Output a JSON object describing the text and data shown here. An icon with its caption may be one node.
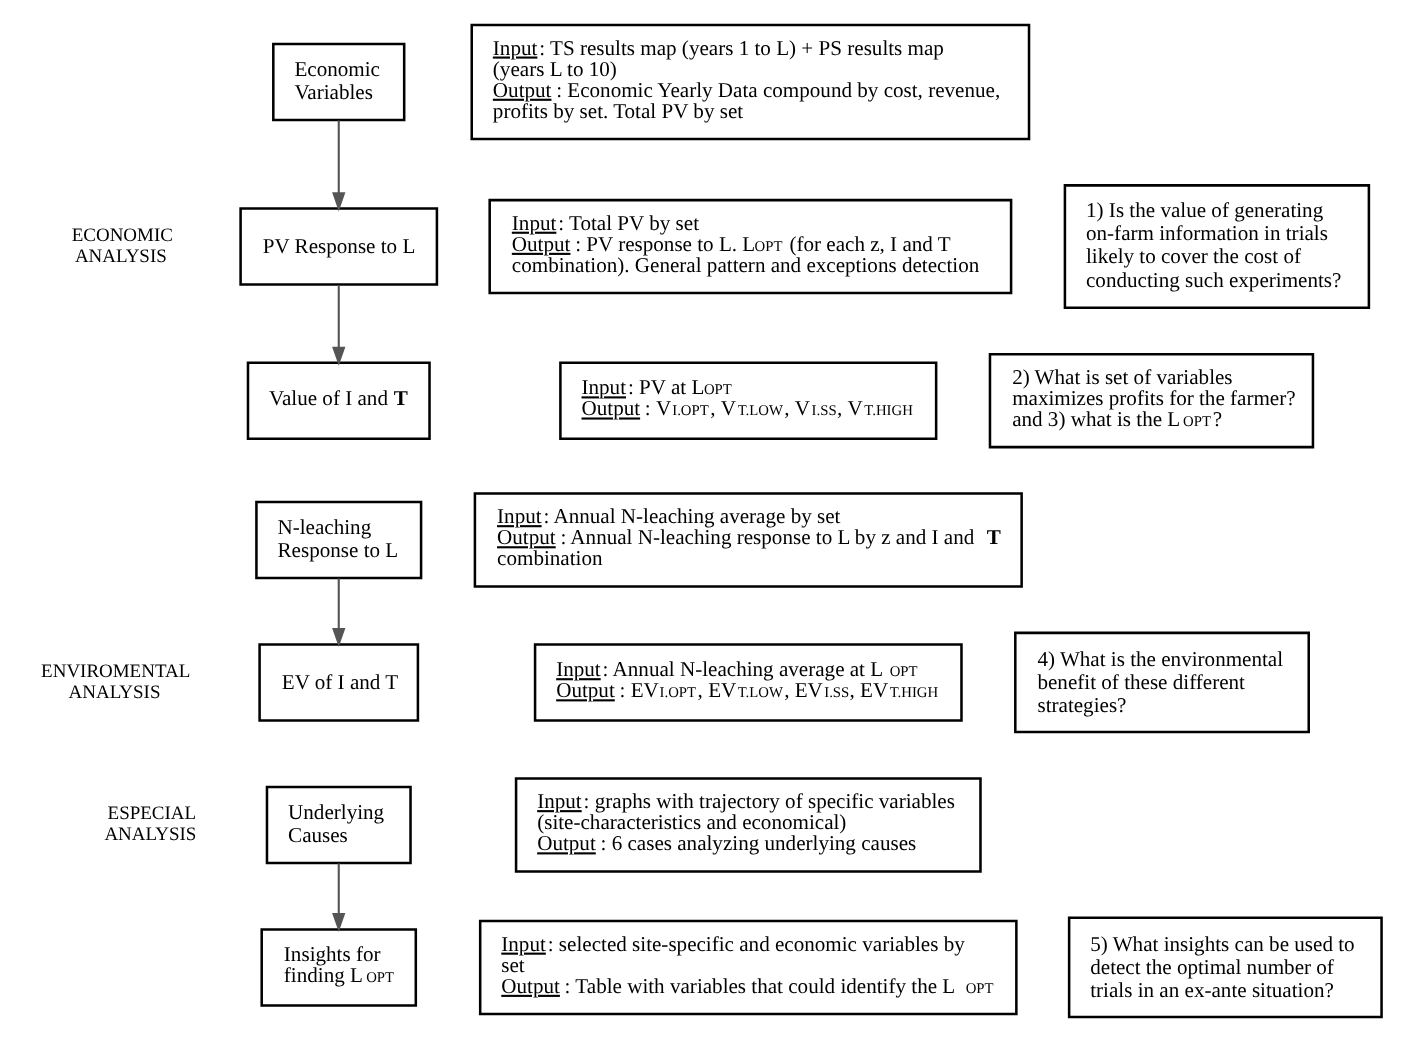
{
  "diagram": {
    "nodes": [
      {
        "text": [
          "Economic Variables"
        ]
      },
      {
        "text": [
          "Input: TS results map (years 1 to L) + PS results map (years L to 10)",
          "Output: Economic Yearly Data compound by cost, revenue, profits by set. Total PV by set"
        ]
      },
      {
        "text": [
          "PV Response to L"
        ]
      },
      {
        "text": [
          "Input: Total PV by set",
          "Output: PV response to L. L$^{OPT}$ (for each z, I and T combination). General pattern and exceptions detection"
        ]
      },
      {
        "text": [
          "1) Is the value of generating on-farm information in trials likely to cover the cost of conducting such experiments?"
        ]
      },
      {
        "text": [
          "Value of I and **T**"
        ]
      },
      {
        "text": [
          "Input: PV at L$^{OPT}$",
          "Output: V$^{I.OPT}$, V$^{T.LOW}$, V$^{I.SS}$, V$^{T.HIGH}$"
        ]
      },
      {
        "text": [
          "2) What is set of variables maximizes profits for the farmer? and 3) what is the L$^{OPT}$?"
        ]
      },
      {
        "text": [
          "N-leaching Response to L"
        ]
      },
      {
        "text": [
          "Input: Annual N-leaching average by set",
          "Output: Annual N-leaching response to L by z and I and **T** combination"
        ]
      },
      {
        "text": [
          "EV of I and T"
        ]
      },
      {
        "text": [
          "Input: Annual N-leaching average at L$^{OPT}$",
          "Output: EV$^{I.OPT}$, EV$^{T.LOW}$, EV$^{I.SS}$, EV$^{T.HIGH}$"
        ]
      },
      {
        "text": [
          "4) What is the environmental benefit of these different strategies?"
        ]
      },
      {
        "text": [
          "Underlying Causes"
        ]
      },
      {
        "text": [
          "Input: graphs with trajectory of specific variables (site-characteristics and economical)",
          "Output: 6 cases analyzing underlying causes"
        ]
      },
      {
        "text": [
          "Insights for finding L$^{OPT}$"
        ]
      },
      {
        "text": [
          "Input: selected site-specific and economic variables by set",
          "Output: Table with variables that could identify the L$^{OPT}$"
        ]
      },
      {
        "text": [
          "5) What insights can be used to detect the optimal number of trials in an ex-ante situation?"
        ]
      }
    ],
    "edges": [
      {
        "from": 0,
        "to": 2,
        "arrow": "to"
      },
      {
        "from": 2,
        "to": 5,
        "arrow": "to"
      },
      {
        "from": 8,
        "to": 10,
        "arrow": "to"
      },
      {
        "from": 13,
        "to": 15,
        "arrow": "to"
      }
    ],
    "labels": [
      "ECONOMIC ANALYSIS",
      "ENVIROMENTAL ANALYSIS",
      "ESPECIAL ANALYSIS"
    ]
  }
}
